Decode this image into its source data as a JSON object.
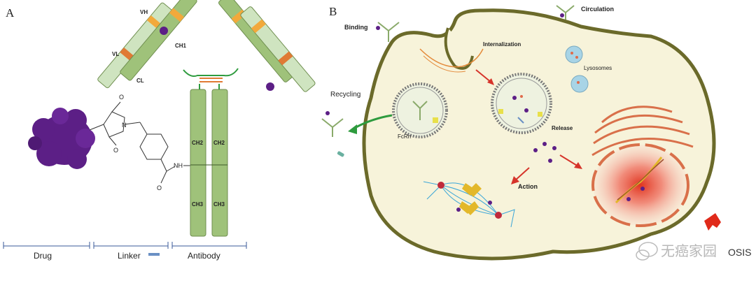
{
  "panel_a": {
    "letter": "A",
    "antibody_labels": {
      "vh": "VH",
      "vl": "VL",
      "ch1": "CH1",
      "cl": "CL",
      "ch2_left": "CH2",
      "ch2_right": "CH2",
      "ch3_left": "CH3",
      "ch3_right": "CH3"
    },
    "chem_labels": {
      "o_top": "O",
      "o_bottom": "O",
      "n_ring": "N",
      "nh": "NH",
      "o_amide": "O"
    },
    "sections": [
      "Drug",
      "Linker",
      "Antibody"
    ]
  },
  "panel_b": {
    "letter": "B",
    "labels": {
      "binding": "Binding",
      "circulation": "Circulation",
      "internalization": "Internalization",
      "lysosomes": "Lysosomes",
      "recycling": "Recycling",
      "fcrn": "FcRn",
      "release": "Release",
      "action": "Action"
    }
  },
  "watermark": {
    "text": "无癌家园",
    "suffix": "OSIS"
  },
  "colors": {
    "antibody_green": "#9fc27a",
    "antibody_light": "#cfe4c0",
    "accent_orange": "#f2a93b",
    "drug_purple": "#5c1f86",
    "cell_fill": "#f7f3da",
    "cell_border": "#6b6a2a",
    "arrow_red": "#d6342a",
    "arrow_green": "#2e9b3e"
  }
}
